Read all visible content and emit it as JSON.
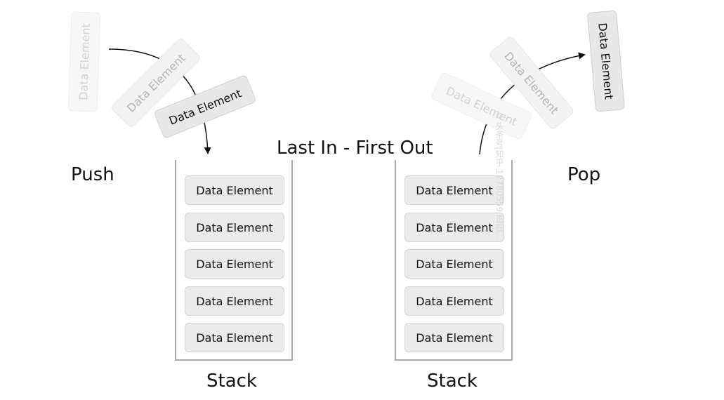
{
  "title": "Last In - First Out",
  "push_label": "Push",
  "pop_label": "Pop",
  "element_label": "Data Element",
  "left_stack": {
    "label": "Stack",
    "items": [
      "Data Element",
      "Data Element",
      "Data Element",
      "Data Element",
      "Data Element"
    ]
  },
  "right_stack": {
    "label": "Stack",
    "items": [
      "Data Element",
      "Data Element",
      "Data Element",
      "Data Element",
      "Data Element"
    ]
  },
  "watermark": "Q 头条号|知乎 12780559 正在..."
}
